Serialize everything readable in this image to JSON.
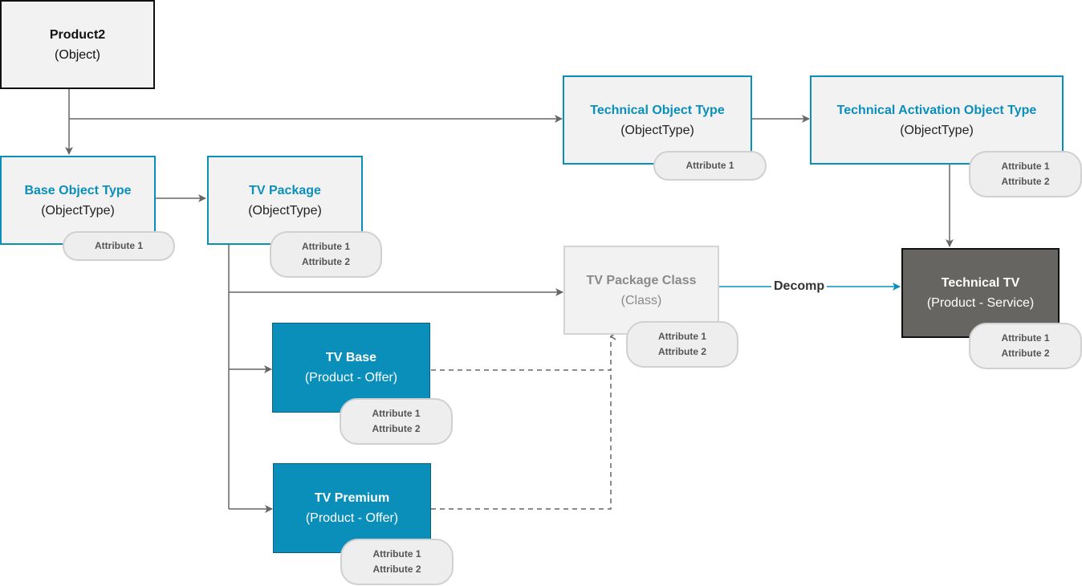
{
  "nodes": {
    "product2": {
      "title": "Product2",
      "subtitle": "(Object)"
    },
    "base_object_type": {
      "title": "Base Object Type",
      "subtitle": "(ObjectType)",
      "attributes": [
        "Attribute 1"
      ]
    },
    "tv_package": {
      "title": "TV Package",
      "subtitle": "(ObjectType)",
      "attributes": [
        "Attribute 1",
        "Attribute 2"
      ]
    },
    "technical_object_type": {
      "title": "Technical Object Type",
      "subtitle": "(ObjectType)",
      "attributes": [
        "Attribute 1"
      ]
    },
    "technical_activation_object_type": {
      "title": "Technical Activation Object Type",
      "subtitle": "(ObjectType)",
      "attributes": [
        "Attribute 1",
        "Attribute 2"
      ]
    },
    "tv_package_class": {
      "title": "TV Package Class",
      "subtitle": "(Class)",
      "attributes": [
        "Attribute 1",
        "Attribute 2"
      ]
    },
    "technical_tv": {
      "title": "Technical TV",
      "subtitle": "(Product - Service)",
      "attributes": [
        "Attribute 1",
        "Attribute 2"
      ]
    },
    "tv_base": {
      "title": "TV Base",
      "subtitle": "(Product - Offer)",
      "attributes": [
        "Attribute 1",
        "Attribute 2"
      ]
    },
    "tv_premium": {
      "title": "TV Premium",
      "subtitle": "(Product - Offer)",
      "attributes": [
        "Attribute 1",
        "Attribute 2"
      ]
    }
  },
  "edges": {
    "decomp_label": "Decomp"
  },
  "colors": {
    "accent": "#0a8fba",
    "connector": "#666666",
    "service_fill": "#666562",
    "node_fill": "#f2f2f2"
  }
}
